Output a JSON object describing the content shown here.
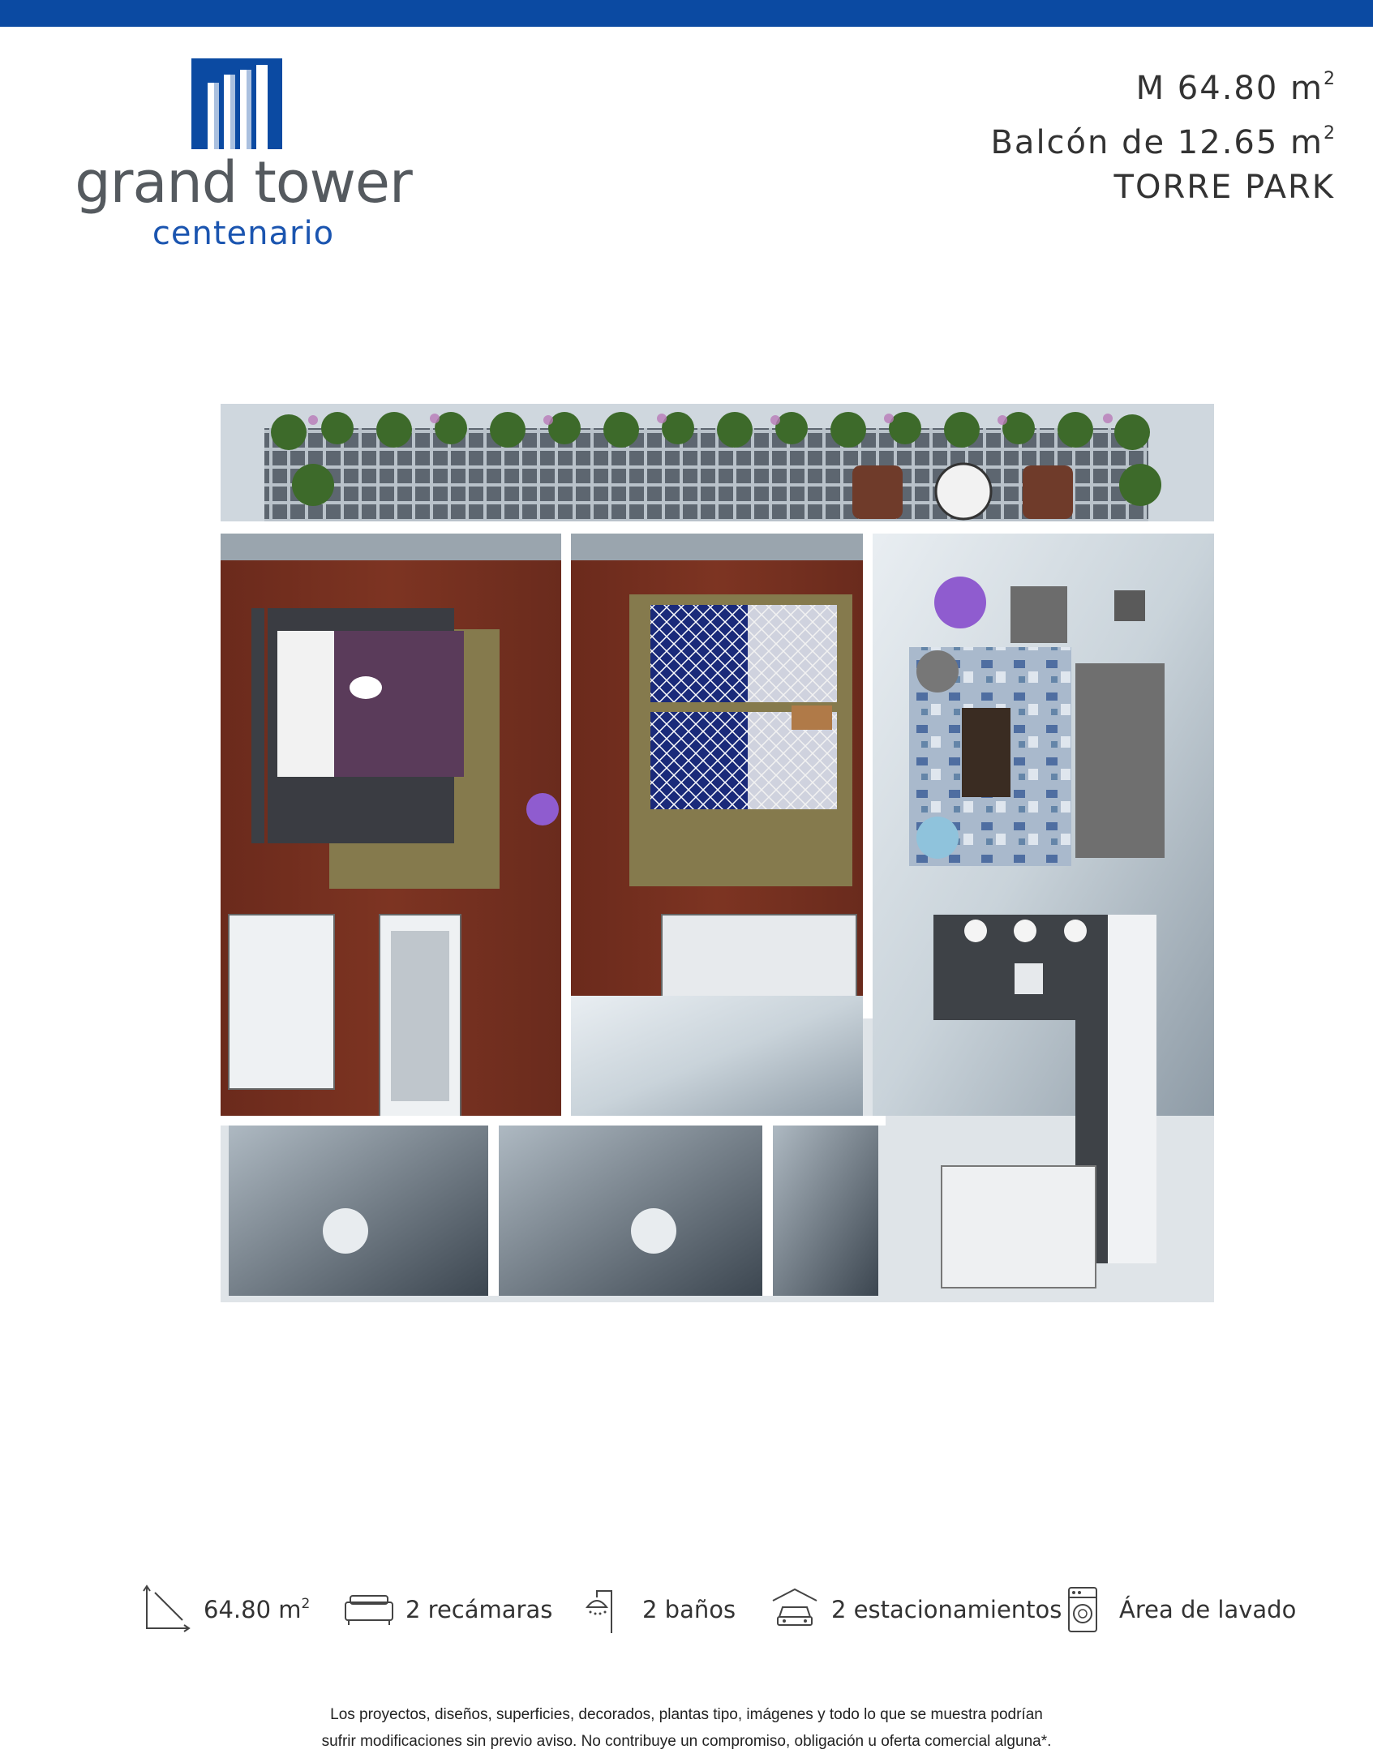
{
  "brand": {
    "name_line1": "grand tower",
    "name_line2": "centenario",
    "color_primary": "#0b4aa2"
  },
  "specs": {
    "area_prefix": "M 64.80 m",
    "area_sup": "2",
    "balcony_prefix": "Balcón de 12.65 m",
    "balcony_sup": "2",
    "tower": "TORRE PARK"
  },
  "features": [
    {
      "icon": "area-icon",
      "label": "64.80 m",
      "sup": "2"
    },
    {
      "icon": "bed-icon",
      "label": "2 recámaras"
    },
    {
      "icon": "shower-icon",
      "label": "2 baños"
    },
    {
      "icon": "car-icon",
      "label": "2 estacionamientos"
    },
    {
      "icon": "washer-icon",
      "label": "Área de lavado"
    }
  ],
  "disclaimer": {
    "line1": "Los proyectos, diseños, superficies, decorados, plantas tipo, imágenes y todo lo que se muestra podrían",
    "line2": "sufrir modificaciones sin previo aviso.  No contribuye un compromiso, obligación u oferta comercial alguna*."
  }
}
